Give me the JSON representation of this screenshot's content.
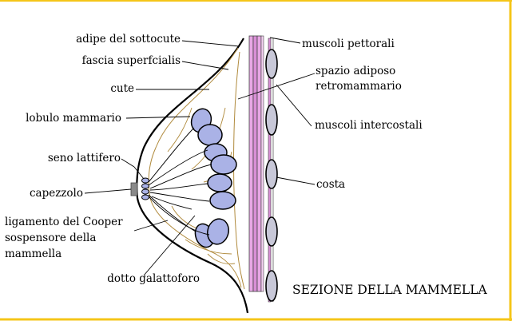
{
  "diagram": {
    "title": "SEZIONE DELLA MAMMELLA",
    "labels_left": {
      "adipe": "adipe del sottocute",
      "fascia": "fascia superfcialis",
      "cute": "cute",
      "lobulo": "lobulo mammario",
      "seno": "seno lattifero",
      "capezzolo": "capezzolo",
      "cooper_1": "ligamento del Cooper",
      "cooper_2": "sospensore della",
      "cooper_3": "mammella",
      "dotto": "dotto galattoforo"
    },
    "labels_right": {
      "pettorali": "muscoli pettorali",
      "spazio_1": "spazio adiposo",
      "spazio_2": "retromammario",
      "intercostali": "muscoli intercostali",
      "costa": "costa"
    },
    "colors": {
      "frame_gold": "#f5c518",
      "muscle_pink": "#d98fd6",
      "lobule_fill": "#aab2e6",
      "rib_fill": "#c8c8d8",
      "fascia_brown": "#b08a3c",
      "nipple_gray": "#8a8a8a"
    }
  }
}
